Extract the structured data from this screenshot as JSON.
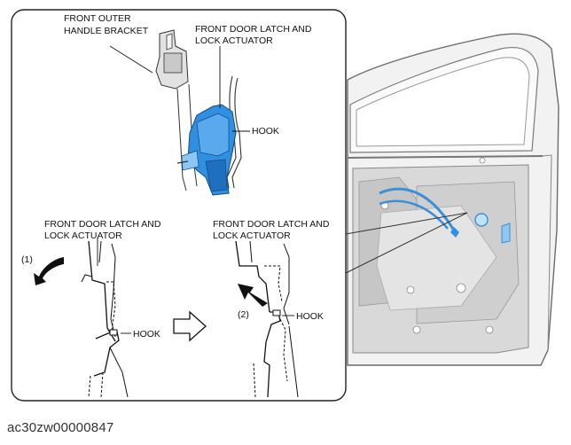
{
  "labels": {
    "top_bracket_1": "FRONT OUTER",
    "top_bracket_2": "HANDLE BRACKET",
    "top_latch_1": "FRONT DOOR LATCH AND",
    "top_latch_2": "LOCK ACTUATOR",
    "top_hook": "HOOK",
    "left_latch_1": "FRONT DOOR LATCH AND",
    "left_latch_2": "LOCK ACTUATOR",
    "left_step": "(1)",
    "left_hook": "HOOK",
    "right_latch_1": "FRONT DOOR LATCH AND",
    "right_latch_2": "LOCK ACTUATOR",
    "right_step": "(2)",
    "right_hook": "HOOK"
  },
  "figure_code": "ac30zw00000847",
  "colors": {
    "actuator_blue": "#2f8fe0",
    "cable_blue": "#3b8fd8",
    "line": "#222222",
    "door_gray": "#d7d7d7"
  }
}
